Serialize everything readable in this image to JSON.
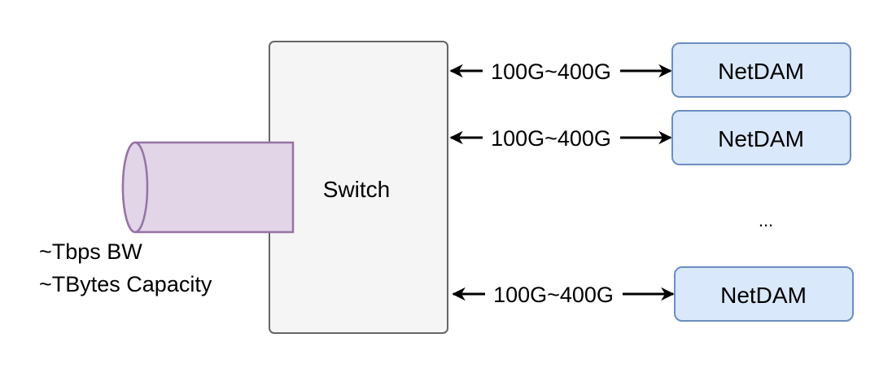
{
  "switch": {
    "label": "Switch"
  },
  "pipe": {
    "line1": "~Tbps BW",
    "line2": "~TBytes Capacity"
  },
  "links": [
    {
      "bandwidth": "100G~400G",
      "node": "NetDAM"
    },
    {
      "bandwidth": "100G~400G",
      "node": "NetDAM"
    },
    {
      "bandwidth": "100G~400G",
      "node": "NetDAM"
    }
  ],
  "ellipsis": "...",
  "colors": {
    "switch_fill": "#f5f5f5",
    "switch_stroke": "#666666",
    "node_fill": "#dae8fc",
    "node_stroke": "#6c8ebf",
    "pipe_fill": "#e1d5e7",
    "pipe_stroke": "#9673a6",
    "arrow": "#000000"
  }
}
